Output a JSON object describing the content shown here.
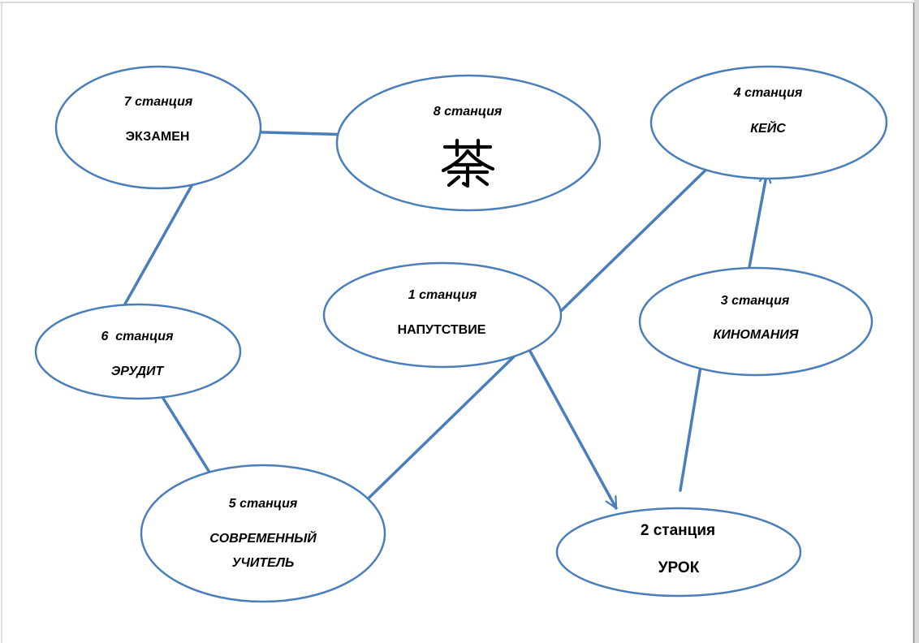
{
  "colors": {
    "accent": "#4a7ebb",
    "text": "#000000",
    "background": "#ffffff"
  },
  "stations": {
    "s1": {
      "label": "1 станция",
      "name": "НАПУТСТВИЕ"
    },
    "s2": {
      "label": "2 станция",
      "name": "УРОК"
    },
    "s3": {
      "label": "3 станция",
      "name": "КИНОМАНИЯ"
    },
    "s4": {
      "label": "4 станция",
      "name": "КЕЙС"
    },
    "s5": {
      "label": "5 станция",
      "name_lines": [
        "СОВРЕМЕННЫЙ",
        "УЧИТЕЛЬ"
      ]
    },
    "s6": {
      "label": "6  станция",
      "name": "ЭРУДИТ"
    },
    "s7": {
      "label": "7 станция",
      "name": "ЭКЗАМЕН"
    },
    "s8": {
      "label": "8 станция",
      "symbol": "茶"
    }
  }
}
